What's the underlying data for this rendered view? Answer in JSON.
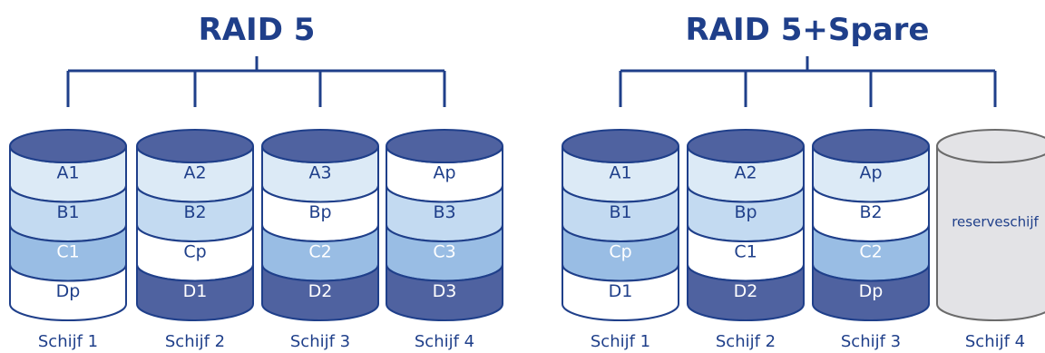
{
  "colors": {
    "title": "#1f3f8a",
    "outline": "#1f3f8a",
    "disk_top": "#4f62a0",
    "light": "#dceaf6",
    "mid": "#c3daf1",
    "medium": "#99bde4",
    "dark": "#4f62a0",
    "white": "#ffffff",
    "spare": "#e3e3e6",
    "spare_outline": "#6b6b6b"
  },
  "groups": [
    {
      "title": "RAID 5",
      "disks": [
        {
          "label": "Schijf 1",
          "cells": [
            {
              "text": "A1",
              "shade": "light"
            },
            {
              "text": "B1",
              "shade": "mid"
            },
            {
              "text": "C1",
              "shade": "medium"
            },
            {
              "text": "Dp",
              "shade": "white"
            }
          ]
        },
        {
          "label": "Schijf 2",
          "cells": [
            {
              "text": "A2",
              "shade": "light"
            },
            {
              "text": "B2",
              "shade": "mid"
            },
            {
              "text": "Cp",
              "shade": "white"
            },
            {
              "text": "D1",
              "shade": "dark"
            }
          ]
        },
        {
          "label": "Schijf 3",
          "cells": [
            {
              "text": "A3",
              "shade": "light"
            },
            {
              "text": "Bp",
              "shade": "white"
            },
            {
              "text": "C2",
              "shade": "medium"
            },
            {
              "text": "D2",
              "shade": "dark"
            }
          ]
        },
        {
          "label": "Schijf 4",
          "cells": [
            {
              "text": "Ap",
              "shade": "white"
            },
            {
              "text": "B3",
              "shade": "mid"
            },
            {
              "text": "C3",
              "shade": "medium"
            },
            {
              "text": "D3",
              "shade": "dark"
            }
          ]
        }
      ]
    },
    {
      "title": "RAID 5+Spare",
      "disks": [
        {
          "label": "Schijf 1",
          "cells": [
            {
              "text": "A1",
              "shade": "light"
            },
            {
              "text": "B1",
              "shade": "mid"
            },
            {
              "text": "Cp",
              "shade": "medium"
            },
            {
              "text": "D1",
              "shade": "white"
            }
          ]
        },
        {
          "label": "Schijf 2",
          "cells": [
            {
              "text": "A2",
              "shade": "light"
            },
            {
              "text": "Bp",
              "shade": "mid"
            },
            {
              "text": "C1",
              "shade": "white"
            },
            {
              "text": "D2",
              "shade": "dark"
            }
          ]
        },
        {
          "label": "Schijf 3",
          "cells": [
            {
              "text": "Ap",
              "shade": "light"
            },
            {
              "text": "B2",
              "shade": "white"
            },
            {
              "text": "C2",
              "shade": "medium"
            },
            {
              "text": "Dp",
              "shade": "dark"
            }
          ]
        },
        {
          "label": "Schijf 4",
          "spare": true,
          "spare_text": "reserveschijf"
        }
      ]
    }
  ]
}
